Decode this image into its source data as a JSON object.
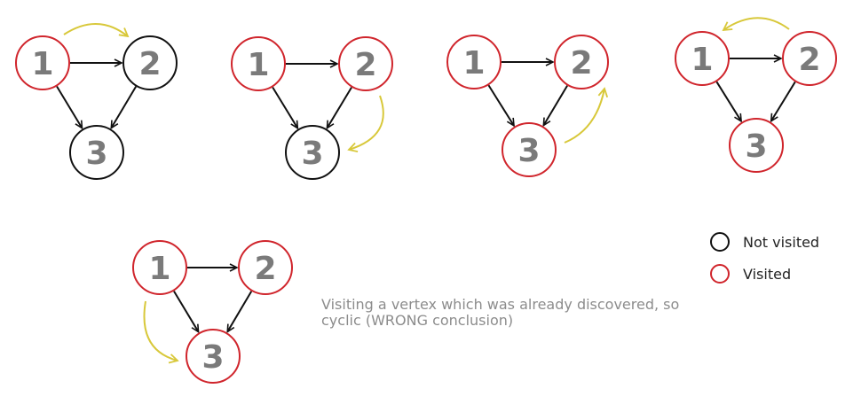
{
  "colors": {
    "visited": "#d0252c",
    "not_visited": "#111111",
    "edge": "#111111",
    "traversal": "#d8c83a",
    "label": "#7a7a7a",
    "note_text": "#8c8c8c"
  },
  "panels": [
    {
      "nodes": [
        {
          "id": "1",
          "label": "1",
          "state": "visited"
        },
        {
          "id": "2",
          "label": "2",
          "state": "not_visited"
        },
        {
          "id": "3",
          "label": "3",
          "state": "not_visited"
        }
      ],
      "edges": [
        [
          "1",
          "2"
        ],
        [
          "1",
          "3"
        ],
        [
          "2",
          "3"
        ]
      ],
      "traversal": [
        "1",
        "2"
      ]
    },
    {
      "nodes": [
        {
          "id": "1",
          "label": "1",
          "state": "visited"
        },
        {
          "id": "2",
          "label": "2",
          "state": "visited"
        },
        {
          "id": "3",
          "label": "3",
          "state": "not_visited"
        }
      ],
      "edges": [
        [
          "1",
          "2"
        ],
        [
          "1",
          "3"
        ],
        [
          "2",
          "3"
        ]
      ],
      "traversal": [
        "2",
        "3"
      ]
    },
    {
      "nodes": [
        {
          "id": "1",
          "label": "1",
          "state": "visited"
        },
        {
          "id": "2",
          "label": "2",
          "state": "visited"
        },
        {
          "id": "3",
          "label": "3",
          "state": "visited"
        }
      ],
      "edges": [
        [
          "1",
          "2"
        ],
        [
          "1",
          "3"
        ],
        [
          "2",
          "3"
        ]
      ],
      "traversal": [
        "3",
        "2"
      ]
    },
    {
      "nodes": [
        {
          "id": "1",
          "label": "1",
          "state": "visited"
        },
        {
          "id": "2",
          "label": "2",
          "state": "visited"
        },
        {
          "id": "3",
          "label": "3",
          "state": "visited"
        }
      ],
      "edges": [
        [
          "1",
          "2"
        ],
        [
          "1",
          "3"
        ],
        [
          "2",
          "3"
        ]
      ],
      "traversal": [
        "2",
        "1"
      ]
    },
    {
      "nodes": [
        {
          "id": "1",
          "label": "1",
          "state": "visited"
        },
        {
          "id": "2",
          "label": "2",
          "state": "visited"
        },
        {
          "id": "3",
          "label": "3",
          "state": "visited"
        }
      ],
      "edges": [
        [
          "1",
          "2"
        ],
        [
          "1",
          "3"
        ],
        [
          "2",
          "3"
        ]
      ],
      "traversal": [
        "1",
        "3"
      ]
    }
  ],
  "legend": {
    "not_visited": "Not visited",
    "visited": "Visited"
  },
  "note": "Visiting a vertex which was already discovered, so cyclic (WRONG conclusion)"
}
